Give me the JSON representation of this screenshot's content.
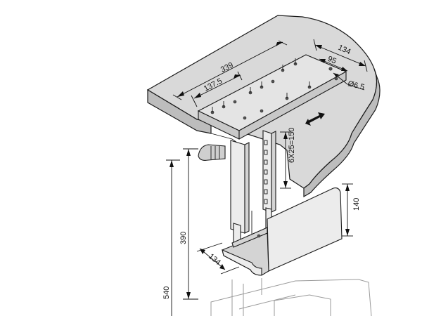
{
  "dimensions": {
    "desk_depth": "339",
    "plate_width": "137.5",
    "desk_width": "134",
    "hole_spacing": "95",
    "hole_diameter": "Ø6.5",
    "height_steps": "6X25=150",
    "holder_height": "140",
    "min_height": "390",
    "max_height": "540",
    "holder_width": "134"
  }
}
